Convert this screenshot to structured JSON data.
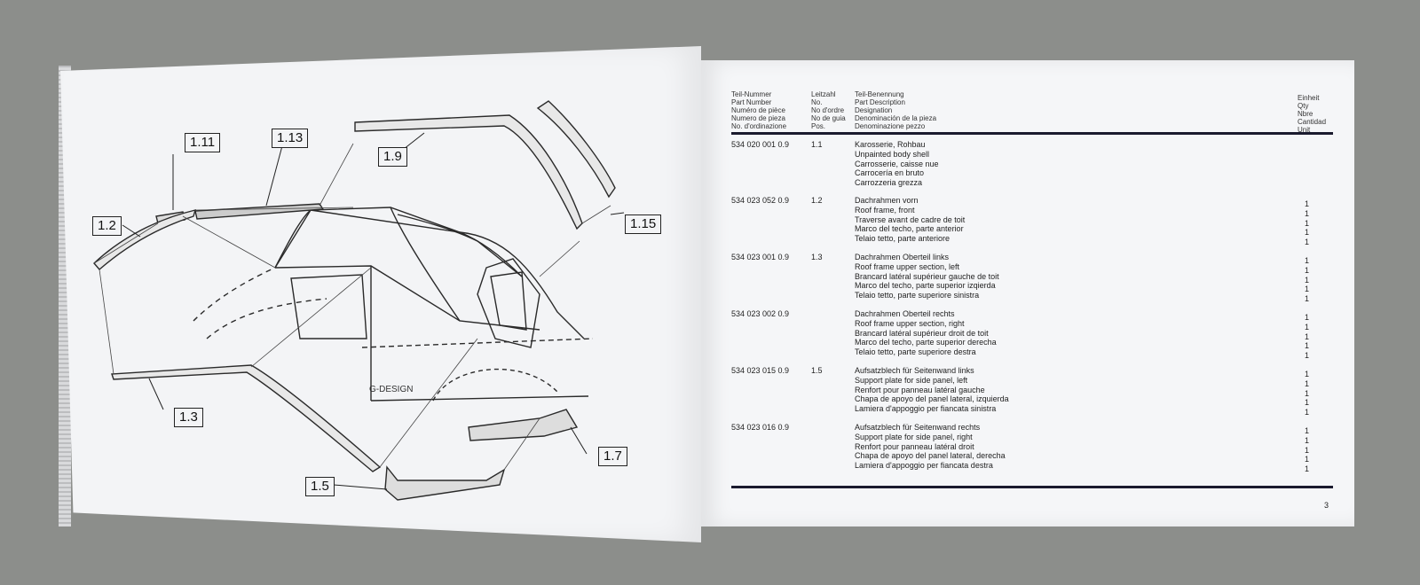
{
  "diagram": {
    "watermark": "G-DESIGN",
    "callouts": [
      "1.11",
      "1.13",
      "1.9",
      "1.15",
      "1.2",
      "1.3",
      "1.5",
      "1.7"
    ]
  },
  "table": {
    "headers": {
      "part_number": [
        "Teil-Nummer",
        "Part Number",
        "Numéro de pièce",
        "Numero de pieza",
        "No. d'ordinazione"
      ],
      "position": [
        "Leitzahl",
        "No.",
        "No d'ordre",
        "No de guia",
        "Pos."
      ],
      "description": [
        "Teil-Benennung",
        "Part Description",
        "Designation",
        "Denominación de la pieza",
        "Denominazione pezzo"
      ],
      "unit": [
        "Einheit",
        "Qty",
        "Nbre",
        "Cantidad",
        "Unit"
      ]
    },
    "rows": [
      {
        "part_number": "534 020 001 0.9",
        "position": "1.1",
        "description": [
          "Karosserie, Rohbau",
          "Unpainted body shell",
          "Carrosserie, caisse nue",
          "Carrocería en bruto",
          "Carrozzeria grezza"
        ],
        "qty": []
      },
      {
        "part_number": "534 023 052 0.9",
        "position": "1.2",
        "description": [
          "Dachrahmen vorn",
          "Roof frame, front",
          "Traverse avant de cadre de toit",
          "Marco del techo, parte anterior",
          "Telaio tetto, parte anteriore"
        ],
        "qty": [
          "1",
          "1",
          "1",
          "1",
          "1"
        ]
      },
      {
        "part_number": "534 023 001 0.9",
        "position": "1.3",
        "description": [
          "Dachrahmen Oberteil links",
          "Roof frame upper section, left",
          "Brancard latéral supérieur gauche de toit",
          "Marco del techo, parte superior izqierda",
          "Telaio tetto, parte superiore sinistra"
        ],
        "qty": [
          "1",
          "1",
          "1",
          "1",
          "1"
        ]
      },
      {
        "part_number": "534 023 002 0.9",
        "position": "",
        "description": [
          "Dachrahmen Oberteil rechts",
          "Roof frame upper section, right",
          "Brancard latéral supérieur droit de toit",
          "Marco del techo, parte superior derecha",
          "Telaio tetto, parte superiore destra"
        ],
        "qty": [
          "1",
          "1",
          "1",
          "1",
          "1"
        ]
      },
      {
        "part_number": "534 023 015 0.9",
        "position": "1.5",
        "description": [
          "Aufsatzblech für Seitenwand links",
          "Support plate for side panel, left",
          "Renfort pour panneau latéral gauche",
          "Chapa de apoyo del panel lateral, izquierda",
          "Lamiera d'appoggio per fiancata sinistra"
        ],
        "qty": [
          "1",
          "1",
          "1",
          "1",
          "1"
        ]
      },
      {
        "part_number": "534 023 016 0.9",
        "position": "",
        "description": [
          "Aufsatzblech für Seitenwand rechts",
          "Support plate for side panel, right",
          "Renfort pour panneau latéral droit",
          "Chapa de apoyo del panel lateral, derecha",
          "Lamiera d'appoggio per fiancata destra"
        ],
        "qty": [
          "1",
          "1",
          "1",
          "1",
          "1"
        ]
      }
    ],
    "page_number": "3"
  }
}
